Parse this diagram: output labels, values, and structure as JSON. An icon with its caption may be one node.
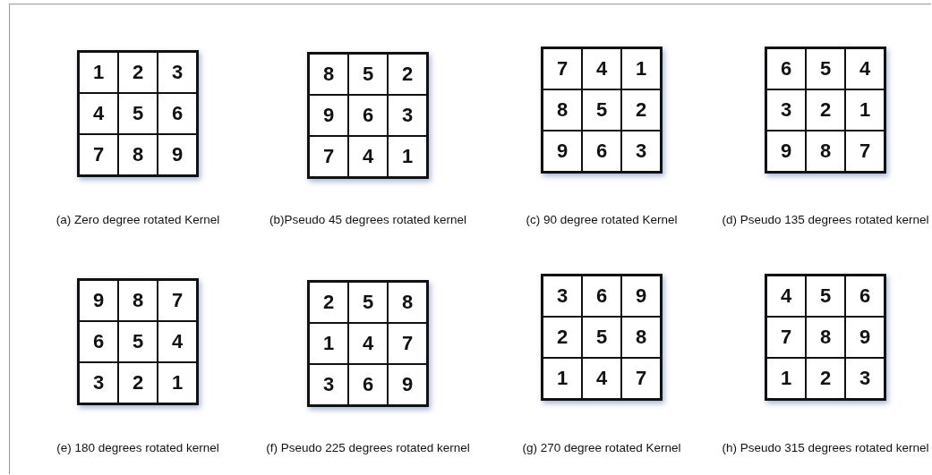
{
  "diagram": {
    "labels": [
      "1",
      "2",
      "3",
      "4",
      "5",
      "6",
      "7",
      "8",
      "9",
      "(a) Zero degree rotated Kernel",
      "8",
      "5",
      "2",
      "9",
      "6",
      "3",
      "7",
      "4",
      "1",
      "(b)Pseudo 45 degrees rotated kernel",
      "7",
      "4",
      "1",
      "8",
      "5",
      "2",
      "9",
      "6",
      "3",
      "(c) 90 degree rotated Kernel",
      "6",
      "5",
      "4",
      "3",
      "2",
      "1",
      "9",
      "8",
      "7",
      "(d) Pseudo 135 degrees rotated kernel",
      "9",
      "8",
      "7",
      "6",
      "5",
      "4",
      "3",
      "2",
      "1",
      "(e) 180 degrees rotated kernel",
      "2",
      "5",
      "8",
      "1",
      "4",
      "7",
      "3",
      "6",
      "9",
      "(f) Pseudo 225 degrees rotated kernel",
      "3",
      "6",
      "9",
      "2",
      "5",
      "8",
      "1",
      "4",
      "7",
      "(g) 270 degree rotated Kernel",
      "4",
      "5",
      "6",
      "7",
      "8",
      "9",
      "1",
      "2",
      "3",
      "(h) Pseudo 315 degrees rotated kernel"
    ]
  }
}
